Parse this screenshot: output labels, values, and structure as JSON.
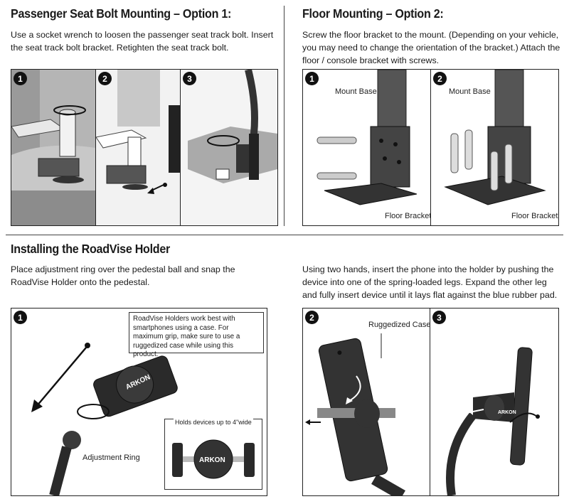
{
  "section1": {
    "title": "Passenger Seat Bolt Mounting – Option 1:",
    "description": "Use a socket wrench to loosen the passenger seat track bolt. Insert the seat track bolt bracket. Retighten the seat track bolt.",
    "steps": [
      "1",
      "2",
      "3"
    ]
  },
  "section2": {
    "title": "Floor Mounting – Option 2:",
    "description": "Screw the floor bracket to the mount. (Depending on your vehicle, you may need to change the orientation of the bracket.) Attach the floor / console bracket with screws.",
    "steps": [
      "1",
      "2"
    ],
    "labels": {
      "mount_base_1": "Mount Base",
      "floor_bracket_1": "Floor Bracket",
      "mount_base_2": "Mount Base",
      "floor_bracket_2": "Floor Bracket"
    }
  },
  "section3": {
    "title": "Installing the RoadVise Holder",
    "description_left": "Place adjustment ring over the pedestal ball and snap the RoadVise Holder onto the pedestal.",
    "description_right": "Using two hands, insert the phone into the holder by pushing the device into one of the spring-loaded legs. Expand the other leg and fully insert device until it lays flat against the blue rubber pad.",
    "steps": [
      "1",
      "2",
      "3"
    ],
    "note": "RoadVise Holders work best with smartphones using a case. For maximum grip, make sure to use a ruggedized case while using this product.",
    "adjustment_ring_label": "Adjustment Ring",
    "holds_label": "Holds devices up to 4\"wide",
    "ruggedized_label": "Ruggedized Case",
    "brand_text": "ARKON"
  }
}
